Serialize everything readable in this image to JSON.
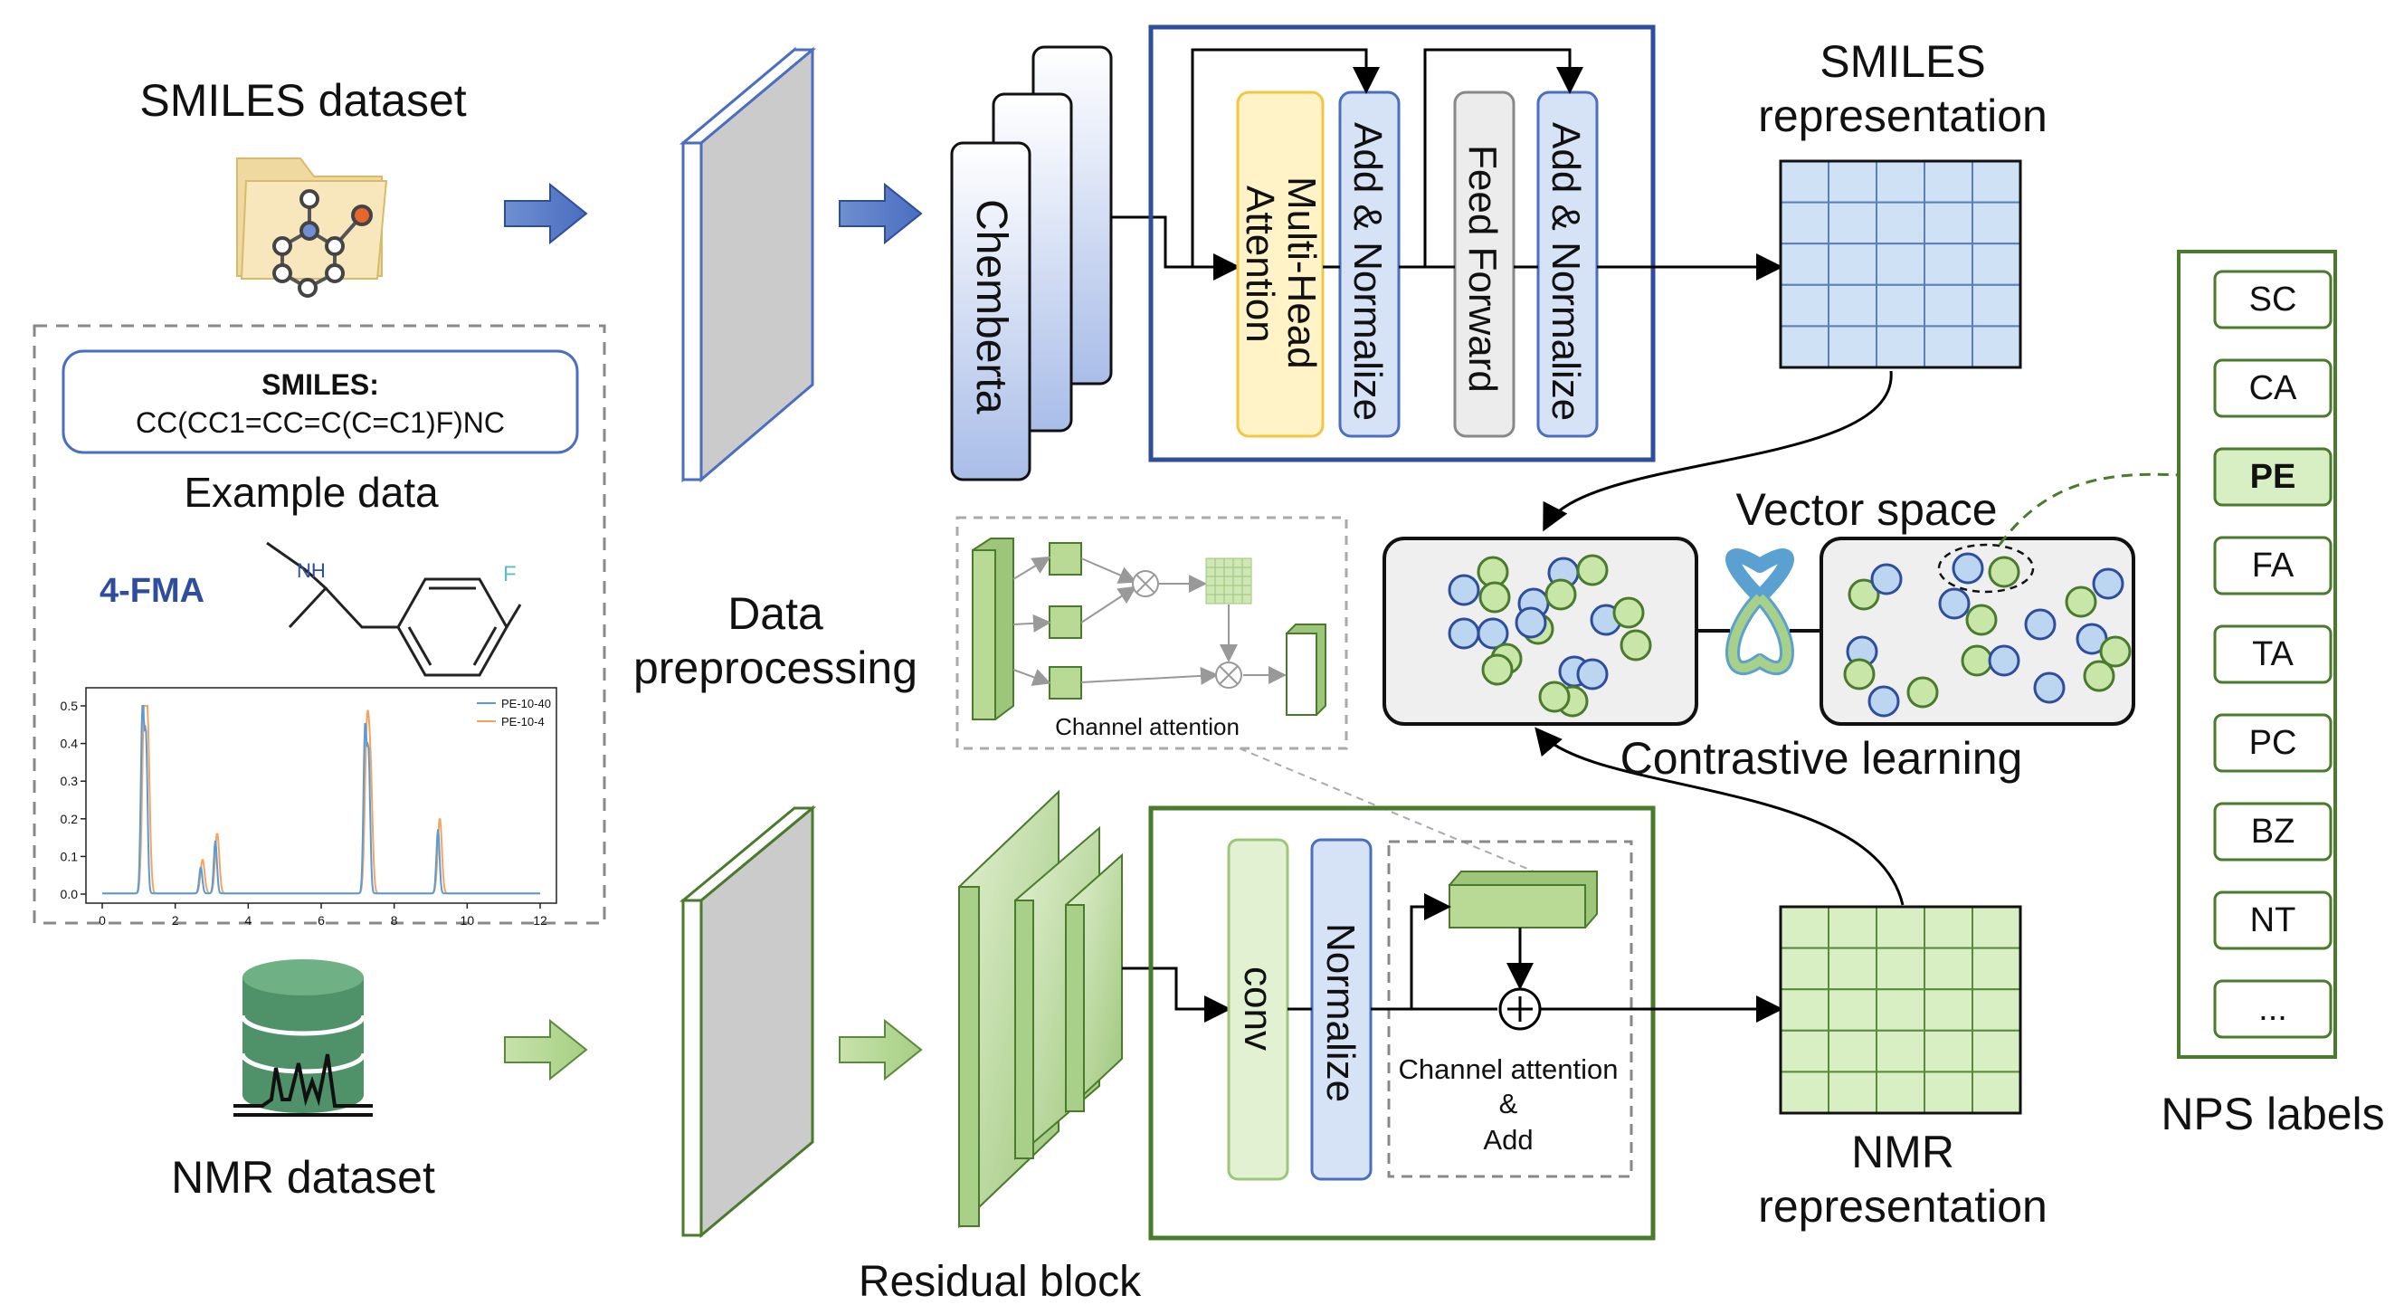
{
  "smiles_dataset_label": "SMILES dataset",
  "nmr_dataset_label": "NMR dataset",
  "example": {
    "smiles_title": "SMILES:",
    "smiles_value": "CC(CC1=CC=C(C=C1)F)NC",
    "caption": "Example data",
    "compound_name": "4-FMA",
    "atom_labels": [
      "NH",
      "F"
    ],
    "spectrum": {
      "type": "line",
      "x_ticks": [
        "0",
        "2",
        "4",
        "6",
        "8",
        "10",
        "12"
      ],
      "y_ticks": [
        "0.0",
        "0.1",
        "0.2",
        "0.3",
        "0.4",
        "0.5"
      ],
      "xlim": [
        0,
        12
      ],
      "ylim": [
        0,
        0.5
      ],
      "legend": [
        "PE-10-40",
        "PE-10-4"
      ],
      "series_colors": [
        "#5b9bd5",
        "#f4a460"
      ]
    }
  },
  "data_preprocessing_label": [
    "Data",
    "preprocessing"
  ],
  "chemberta_label": "Chemberta",
  "transformer": {
    "attention": [
      "Multi-Head",
      "Attention"
    ],
    "add_norm_1": "Add & Normalize",
    "feed_forward": "Feed Forward",
    "add_norm_2": "Add & Normalize"
  },
  "smiles_repr_label": [
    "SMILES",
    "representation"
  ],
  "nmr_repr_label": [
    "NMR",
    "representation"
  ],
  "channel_attention_small": "Channel attention",
  "residual_block_label": "Residual block",
  "residual": {
    "conv": "conv",
    "normalize": "Normalize",
    "ca_add": [
      "Channel attention",
      "&",
      "Add"
    ]
  },
  "vector_space_label": "Vector space",
  "contrastive_label": "Contrastive learning",
  "nps": {
    "title": "NPS labels",
    "labels": [
      "SC",
      "CA",
      "PE",
      "FA",
      "TA",
      "PC",
      "BZ",
      "NT",
      "..."
    ],
    "highlighted": "PE"
  },
  "colors": {
    "blue_stroke": "#2e4d9c",
    "blue_fill": "#c9d9f2",
    "green_stroke": "#4a7a2c",
    "green_fill": "#c8e2a8",
    "yellow_fill": "#fff3c7",
    "yellow_stroke": "#f2c641"
  }
}
